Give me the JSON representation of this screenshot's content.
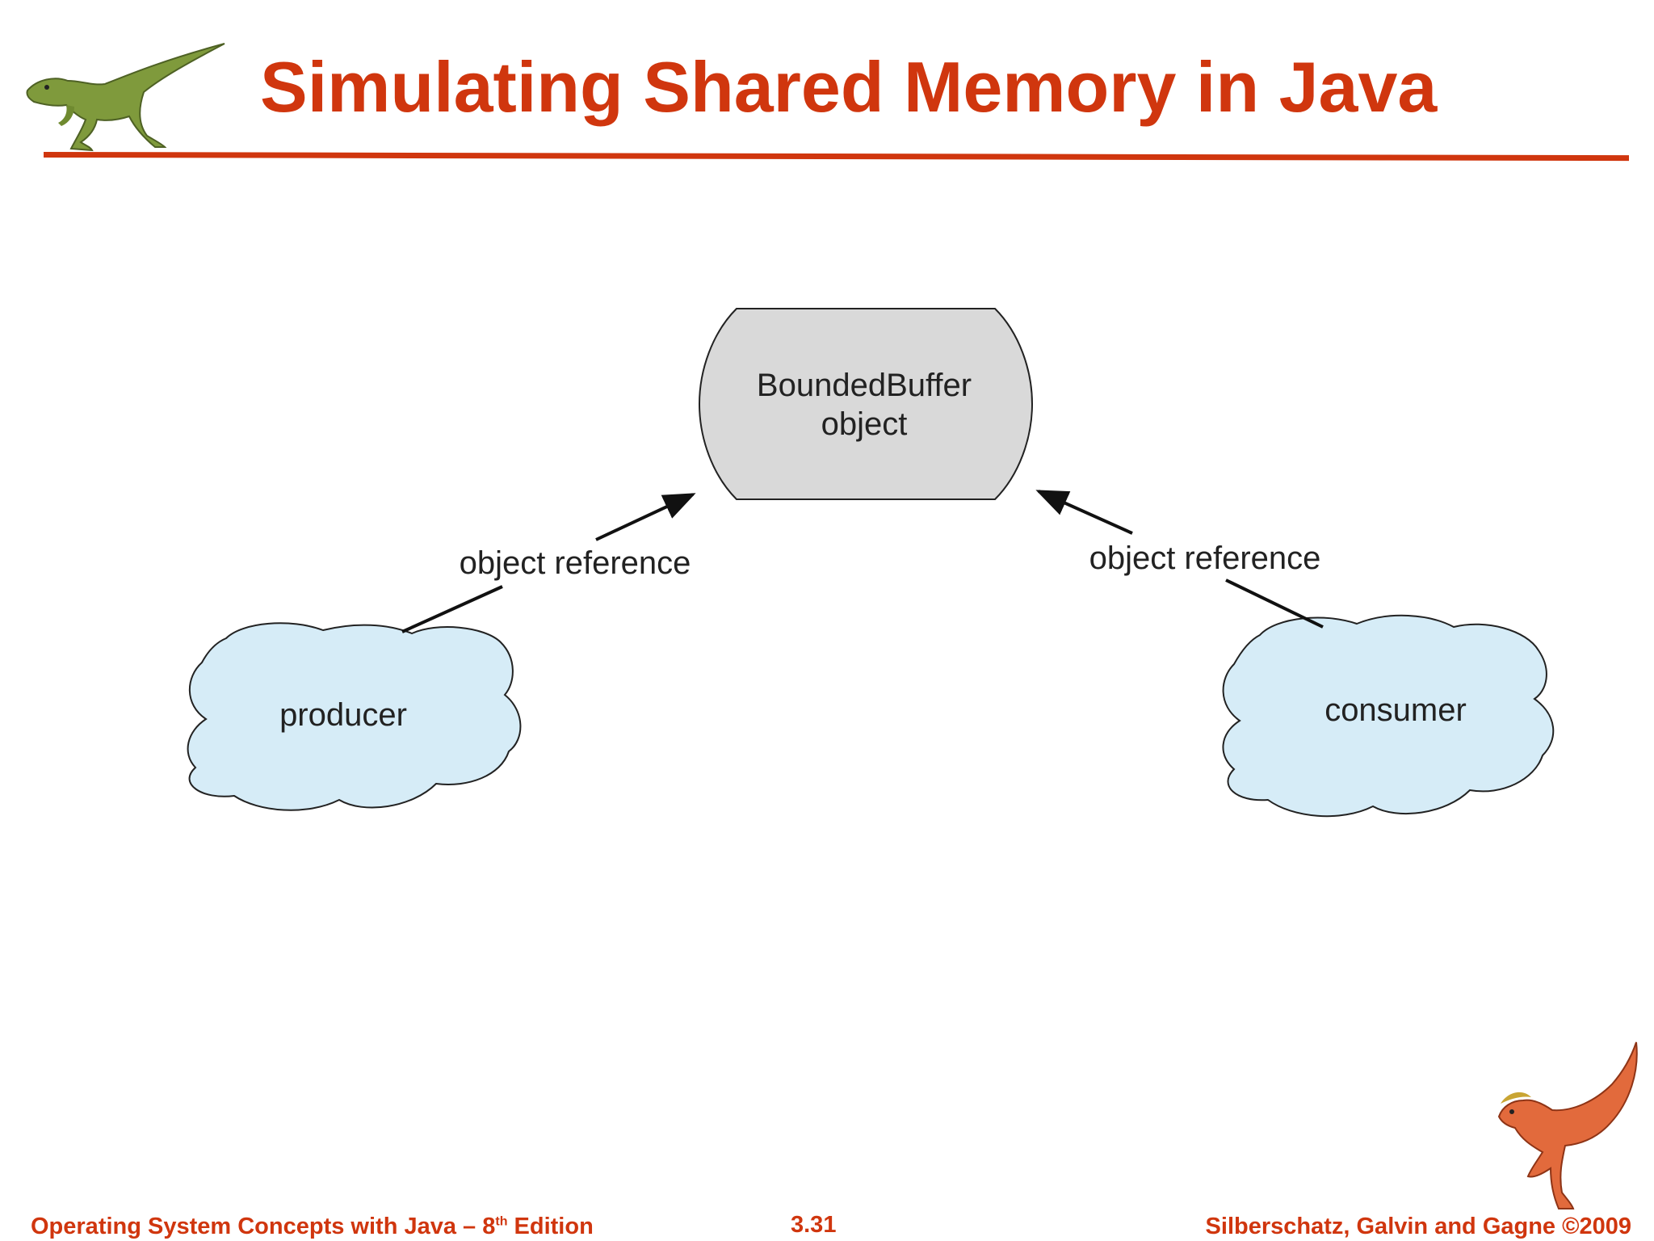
{
  "slide": {
    "title": "Simulating Shared Memory in Java",
    "accent_color": "#d0360e"
  },
  "diagram": {
    "buffer_label_line1": "BoundedBuffer",
    "buffer_label_line2": "object",
    "producer_label": "producer",
    "consumer_label": "consumer",
    "left_reference_label": "object reference",
    "right_reference_label": "object reference",
    "buffer_fill": "#d9d9d9",
    "cloud_fill": "#d6ecf7"
  },
  "footer": {
    "book_title": "Operating System Concepts with Java – 8",
    "edition_sup": "th",
    "edition_word": " Edition",
    "page_number": "3.31",
    "authors": "Silberschatz, Galvin and Gagne ©2009"
  },
  "icons": {
    "top_left": "green-dinosaur-icon",
    "bottom_right": "red-dinosaur-icon"
  }
}
